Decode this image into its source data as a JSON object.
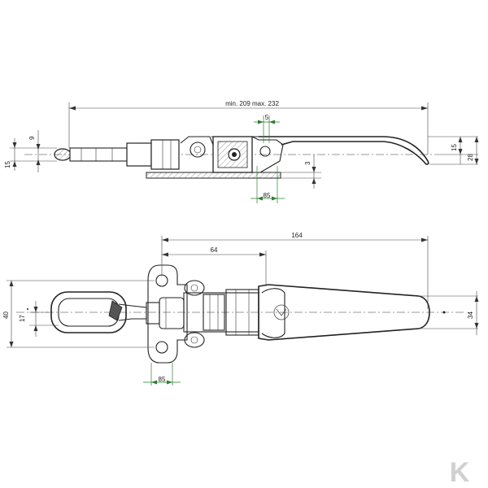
{
  "colors": {
    "line": "#222222",
    "dimension_green": "#2e7d32",
    "logo_grey": "#d0d0d0",
    "background": "#ffffff"
  },
  "side_view": {
    "dims": {
      "overall": "min. 209  max. 232",
      "height_left": "15",
      "pin": "9",
      "gap": "5",
      "base": "3",
      "foot": "85",
      "right_small": "15",
      "right_total": "28"
    }
  },
  "top_view": {
    "dims": {
      "length": "164",
      "offset": "64",
      "width_total": "40",
      "width_inner": "17",
      "handle_width": "34",
      "foot": "85"
    }
  },
  "logo": {
    "letter": "K"
  }
}
